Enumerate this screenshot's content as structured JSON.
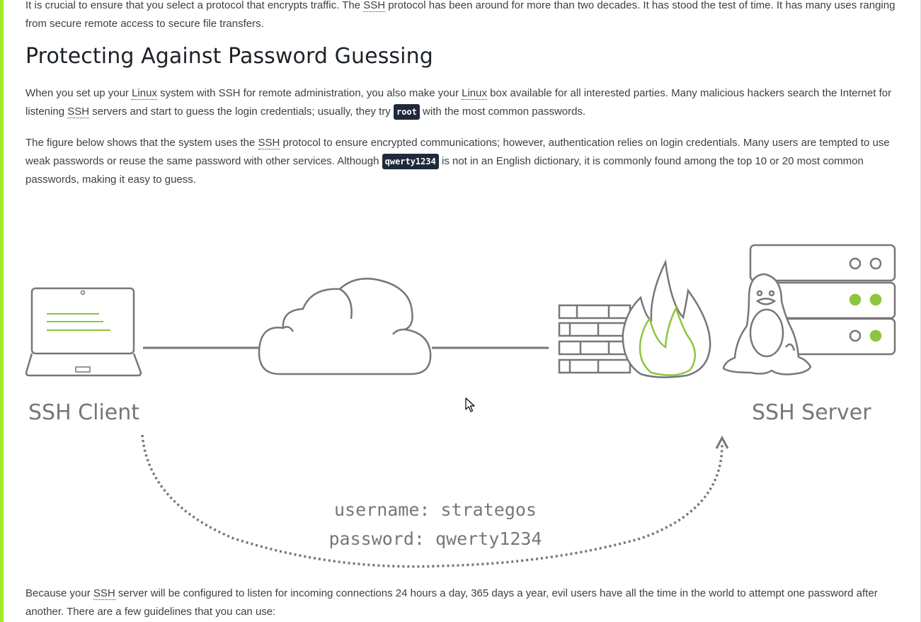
{
  "article": {
    "intro": {
      "t1": "It is crucial to ensure that you select a protocol that encrypts traffic. The ",
      "abbr1": "SSH",
      "t2": " protocol has been around for more than two decades. It has stood the test of time. It has many uses ranging from secure remote access to secure file transfers."
    },
    "heading": "Protecting Against Password Guessing",
    "p2": {
      "t1": "When you set up your ",
      "abbr1": "Linux",
      "t2": " system with SSH for remote administration, you also make your ",
      "abbr2": "Linux",
      "t3": " box available for all interested parties. Many malicious hackers search the Internet for listening ",
      "abbr3": "SSH",
      "t4": " servers and start to guess the login credentials; usually, they try ",
      "code1": "root",
      "t5": " with the most common passwords."
    },
    "p3": {
      "t1": "The figure below shows that the system uses the ",
      "abbr1": "SSH",
      "t2": " protocol to ensure encrypted communications; however, authentication relies on login credentials. Many users are tempted to use weak passwords or reuse the same password with other services. Although ",
      "code1": "qwerty1234",
      "t3": " is not in an English dictionary, it is commonly found among the top 10 or 20 most common passwords, making it easy to guess."
    },
    "figure": {
      "client_label": "SSH Client",
      "server_label": "SSH Server",
      "credential_username": "username: strategos",
      "credential_password": "password: qwerty1234"
    },
    "p4": {
      "t1": "Because your ",
      "abbr1": "SSH",
      "t2": " server will be configured to listen for incoming connections 24 hours a day, 365 days a year, evil users have all the time in the world to attempt one password after another. There are a few guidelines that you can use:"
    }
  },
  "colors": {
    "accent_bar": "#a3ea2a",
    "figure_gray": "#777777",
    "figure_green": "#8cc63f",
    "code_bg": "#1f2a3a"
  },
  "icons": [
    "laptop-icon",
    "cloud-icon",
    "firewall-icon",
    "flame-icon",
    "tux-icon",
    "server-rack-icon",
    "cursor-icon"
  ]
}
